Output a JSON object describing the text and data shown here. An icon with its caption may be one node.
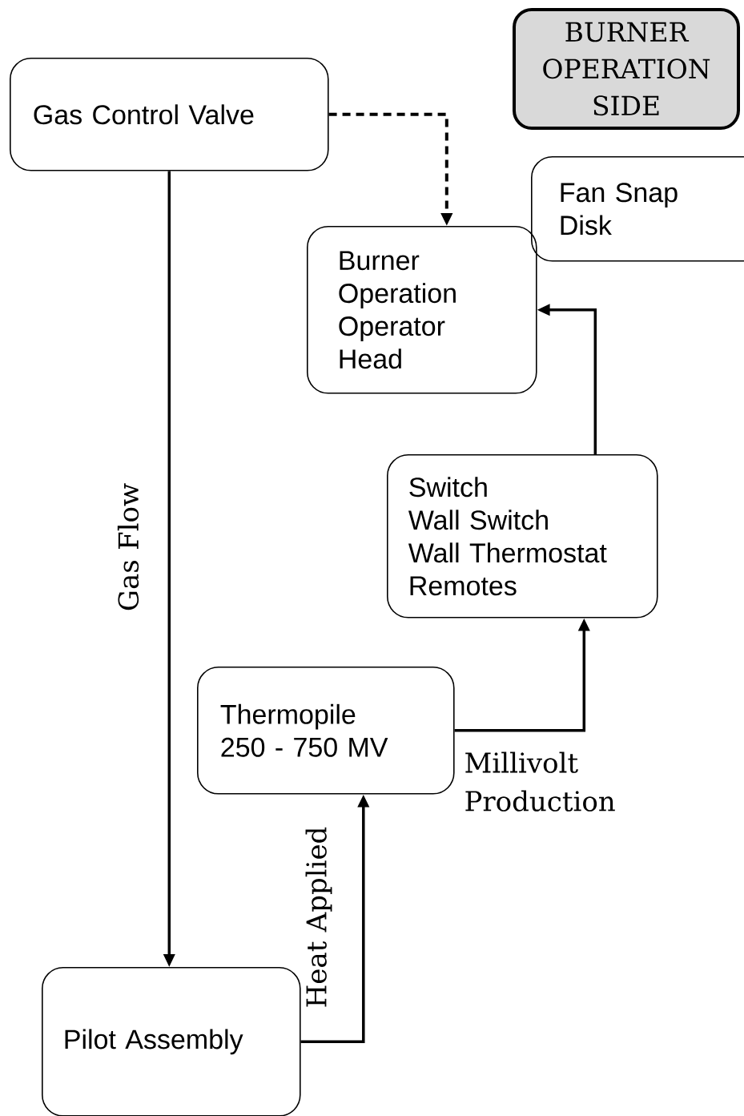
{
  "diagram": {
    "nodes": [
      {
        "text": [
          "BURNER OPERATION SIDE"
        ]
      },
      {
        "text": [
          "Gas Control Valve"
        ]
      },
      {
        "text": [
          "Fan Snap Disk"
        ]
      },
      {
        "text": [
          "Burner Operation Operator Head"
        ]
      },
      {
        "text": [
          "Switch",
          "Wall Switch",
          "Wall Thermostat",
          "Remotes"
        ]
      },
      {
        "text": [
          "Thermopile",
          "250 - 750 MV"
        ]
      },
      {
        "text": [
          "Pilot Assembly"
        ]
      }
    ],
    "edges": [
      {
        "from": 1,
        "to": 3,
        "arrow": "to",
        "style": "dashed"
      },
      {
        "from": 1,
        "to": 6,
        "arrow": "to",
        "label": "Gas Flow"
      },
      {
        "from": 6,
        "to": 5,
        "arrow": "to",
        "label": "Heat Applied"
      },
      {
        "from": 5,
        "to": 4,
        "arrow": "to",
        "label": "Millivolt Production"
      },
      {
        "from": 4,
        "to": 3,
        "arrow": "to"
      }
    ]
  }
}
